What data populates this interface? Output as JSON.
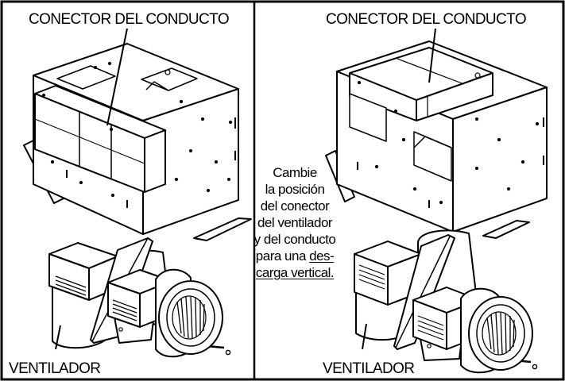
{
  "left_panel": {
    "top_label": "CONECTOR DEL CONDUCTO",
    "bottom_label": "VENTILADOR"
  },
  "right_panel": {
    "top_label": "CONECTOR DEL CONDUCTO",
    "bottom_label": "VENTILADOR",
    "note": {
      "line1": "Cambie",
      "line2": "la posición",
      "line3": "del conector",
      "line4": "del ventilador",
      "line5": "y del conducto",
      "line6_a": "para una ",
      "line6_b": "des-",
      "line7": "carga vertical."
    }
  }
}
